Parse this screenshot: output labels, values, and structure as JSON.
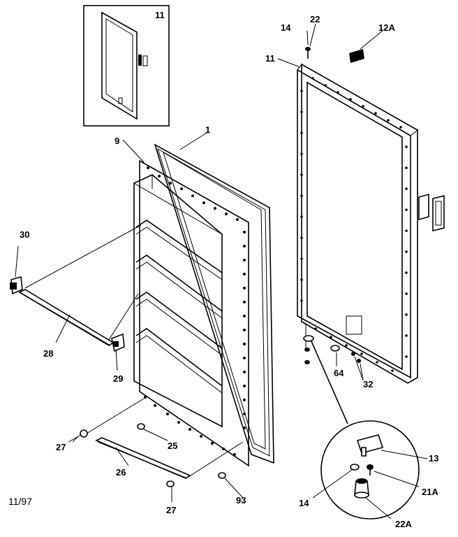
{
  "date_code": "11/97",
  "callouts": {
    "inset_11": "11",
    "gasket_11": "11",
    "p14_top": "14",
    "p22_top": "22",
    "p12A": "12A",
    "p1": "1",
    "p9": "9",
    "p30": "30",
    "p28": "28",
    "p29": "29",
    "p27_left": "27",
    "p25": "25",
    "p26": "26",
    "p27_bottom": "27",
    "p93": "93",
    "p64": "64",
    "p32": "32",
    "p13": "13",
    "p21A": "21A",
    "p14_bottom": "14",
    "p22A": "22A"
  }
}
